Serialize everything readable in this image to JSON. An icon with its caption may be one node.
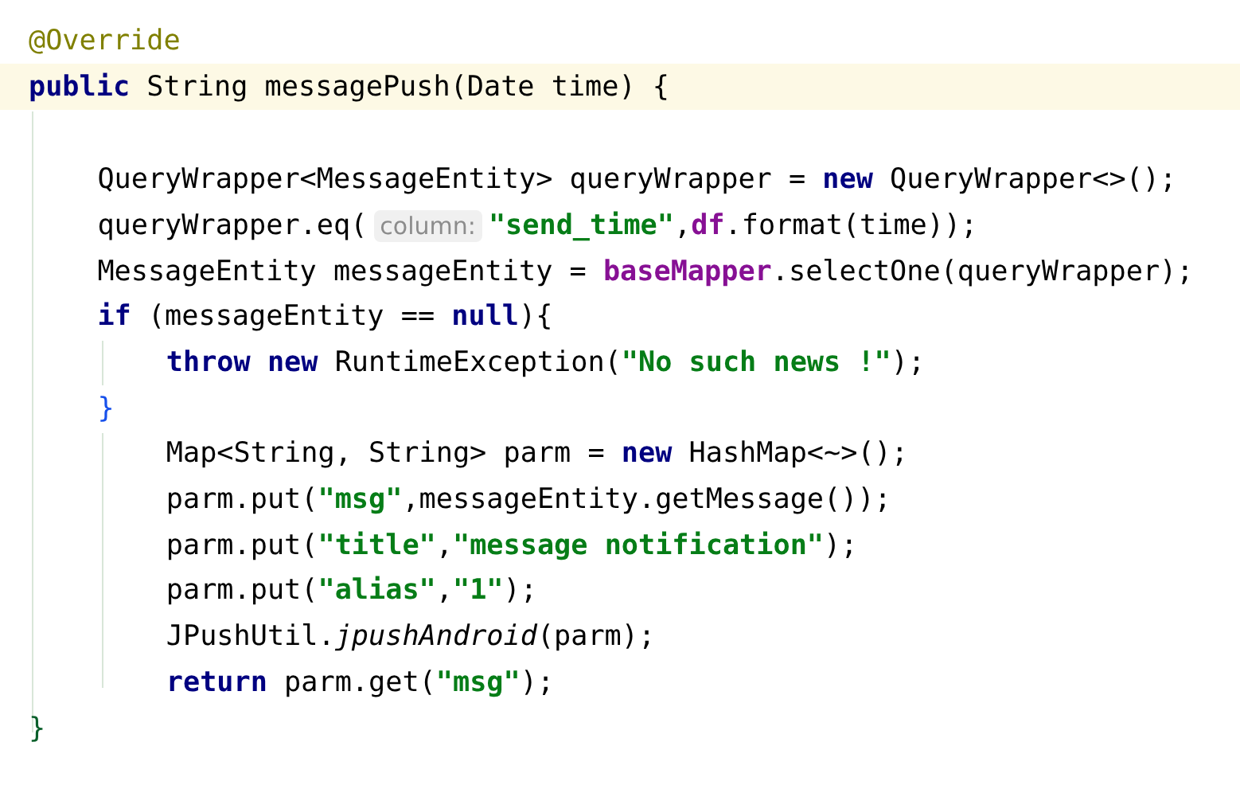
{
  "diagram": {
    "labels": [
      "@Override",
      "**public** String messagePush(Date time) {",
      "QueryWrapper<MessageEntity> queryWrapper = **new** QueryWrapper<>();",
      "queryWrapper.eq(",
      "column:",
      "**\"send_time\"**,**df**.format(time));",
      "MessageEntity messageEntity = **baseMapper**.selectOne(queryWrapper);",
      "**if** (messageEntity == **null**){",
      "**throw** **new** RuntimeException(**\"No such news !\"**);",
      "}",
      "Map<String, String> parm = **new** HashMap<~>();",
      "parm.put(**\"msg\"**,messageEntity.getMessage());",
      "parm.put(**\"title\"**,**\"message notification\"**);",
      "parm.put(**\"alias\"**,**\"1\"**);",
      "JPushUtil.*jpushAndroid*(parm);",
      "**return** parm.get(**\"msg\"**);",
      "}"
    ]
  }
}
